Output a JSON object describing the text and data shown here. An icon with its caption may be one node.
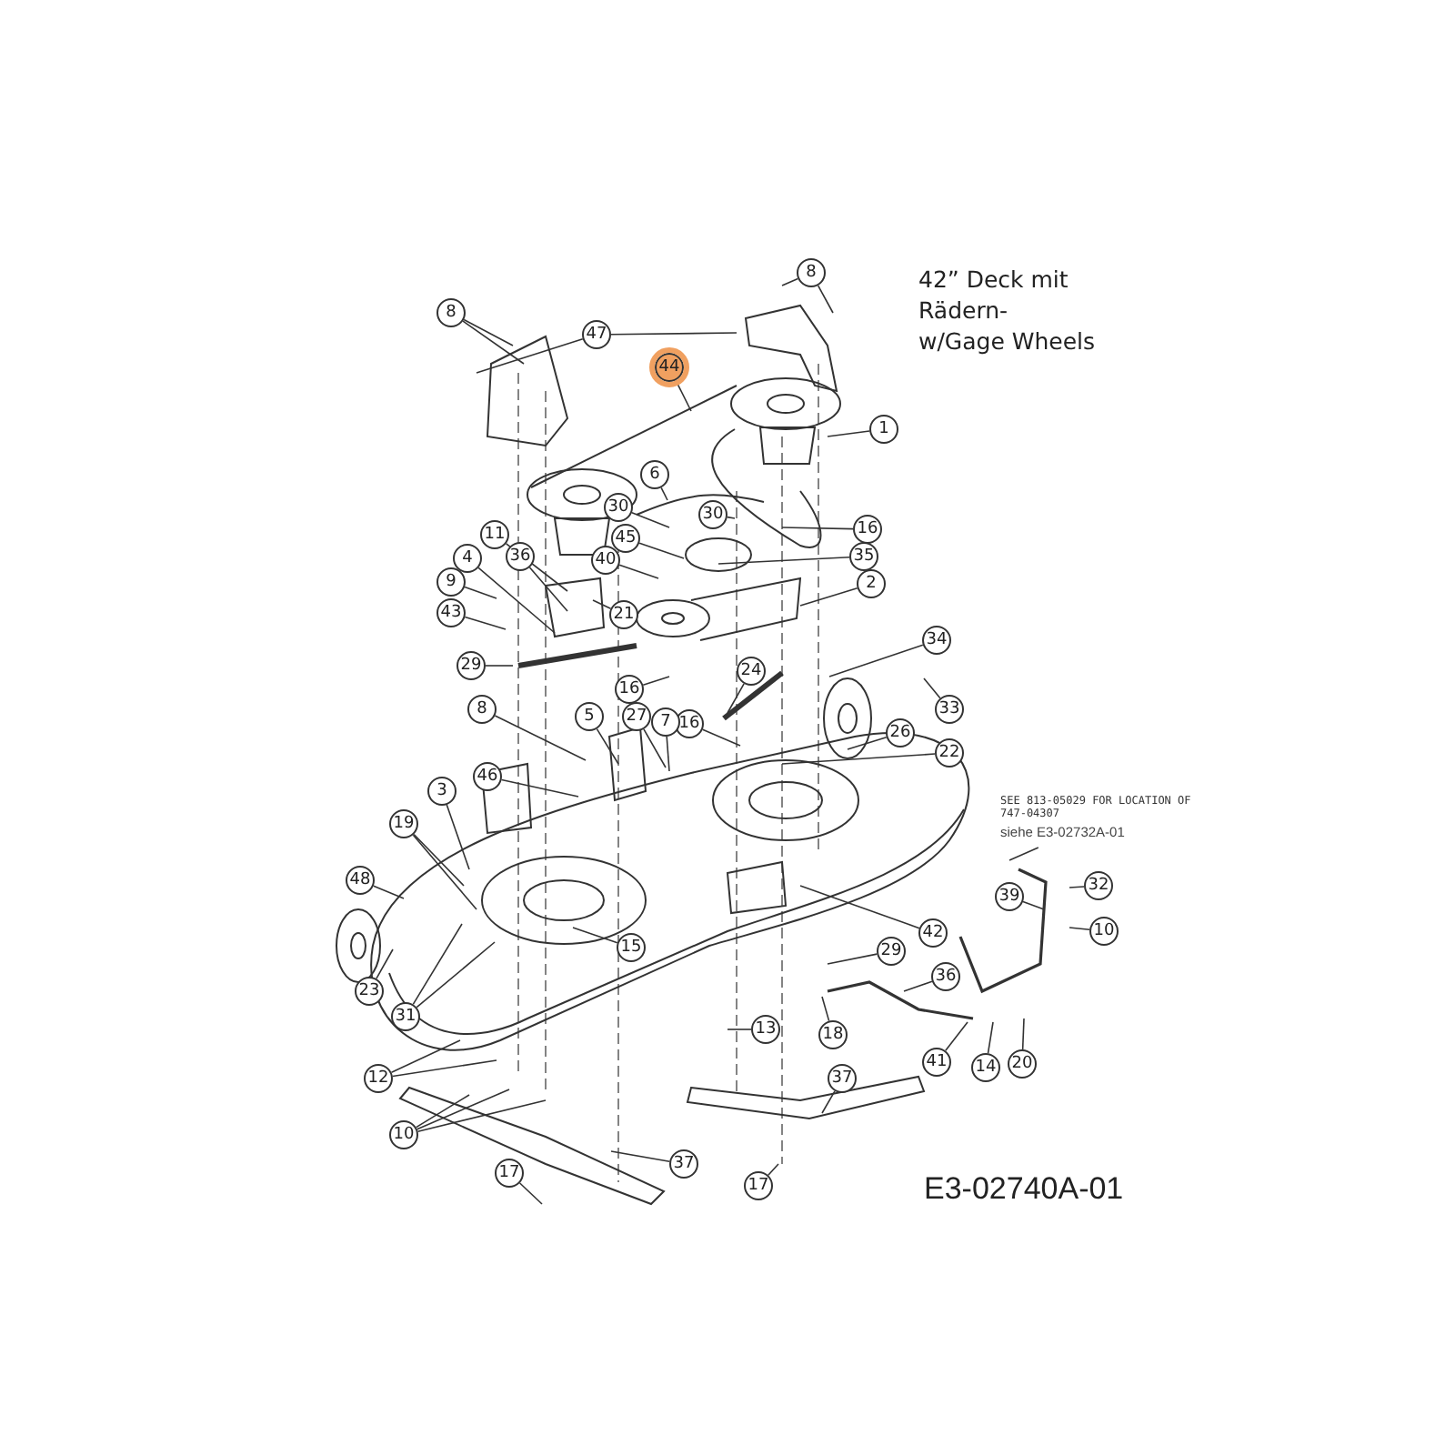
{
  "diagram": {
    "title": "42” Deck mit Rädern- w/Gage Wheels",
    "nodes": [
      {
        "text": [
          "8"
        ]
      },
      {
        "text": [
          "47"
        ]
      },
      {
        "text": [
          "8"
        ]
      },
      {
        "text": [
          "44"
        ]
      },
      {
        "text": [
          "1"
        ]
      },
      {
        "text": [
          "6"
        ]
      },
      {
        "text": [
          "30"
        ]
      },
      {
        "text": [
          "30"
        ]
      },
      {
        "text": [
          "45"
        ]
      },
      {
        "text": [
          "16"
        ]
      },
      {
        "text": [
          "35"
        ]
      },
      {
        "text": [
          "2"
        ]
      },
      {
        "text": [
          "11"
        ]
      },
      {
        "text": [
          "4"
        ]
      },
      {
        "text": [
          "36"
        ]
      },
      {
        "text": [
          "40"
        ]
      },
      {
        "text": [
          "9"
        ]
      },
      {
        "text": [
          "43"
        ]
      },
      {
        "text": [
          "21"
        ]
      },
      {
        "text": [
          "29"
        ]
      },
      {
        "text": [
          "16"
        ]
      },
      {
        "text": [
          "24"
        ]
      },
      {
        "text": [
          "16"
        ]
      },
      {
        "text": [
          "8"
        ]
      },
      {
        "text": [
          "5"
        ]
      },
      {
        "text": [
          "27"
        ]
      },
      {
        "text": [
          "7"
        ]
      },
      {
        "text": [
          "34"
        ]
      },
      {
        "text": [
          "33"
        ]
      },
      {
        "text": [
          "26"
        ]
      },
      {
        "text": [
          "22"
        ]
      },
      {
        "text": [
          "46"
        ]
      },
      {
        "text": [
          "3"
        ]
      },
      {
        "text": [
          "19"
        ]
      },
      {
        "text": [
          "48"
        ]
      },
      {
        "text": [
          "15"
        ]
      },
      {
        "text": [
          "42"
        ]
      },
      {
        "text": [
          "23"
        ]
      },
      {
        "text": [
          "31"
        ]
      },
      {
        "text": [
          "29"
        ]
      },
      {
        "text": [
          "39"
        ]
      },
      {
        "text": [
          "32"
        ]
      },
      {
        "text": [
          "10"
        ]
      },
      {
        "text": [
          "36"
        ]
      },
      {
        "text": [
          "12"
        ]
      },
      {
        "text": [
          "13"
        ]
      },
      {
        "text": [
          "18"
        ]
      },
      {
        "text": [
          "41"
        ]
      },
      {
        "text": [
          "14"
        ]
      },
      {
        "text": [
          "20"
        ]
      },
      {
        "text": [
          "37"
        ]
      },
      {
        "text": [
          "10"
        ]
      },
      {
        "text": [
          "37"
        ]
      },
      {
        "text": [
          "17"
        ]
      },
      {
        "text": [
          "17"
        ]
      },
      {
        "text": [
          "SEE 813-05029 FOR LOCATION OF 747-04307",
          "siehe E3-02732A-01"
        ]
      }
    ],
    "edges": [
      {
        "from": 0,
        "to": null,
        "arrow": "none"
      },
      {
        "from": 0,
        "to": null,
        "arrow": "none"
      },
      {
        "from": 1,
        "to": null,
        "arrow": "none"
      },
      {
        "from": 1,
        "to": null,
        "arrow": "none"
      },
      {
        "from": 2,
        "to": null,
        "arrow": "none"
      },
      {
        "from": 2,
        "to": null,
        "arrow": "none"
      },
      {
        "from": 3,
        "to": null,
        "arrow": "none"
      },
      {
        "from": 4,
        "to": null,
        "arrow": "none"
      },
      {
        "from": 5,
        "to": null,
        "arrow": "none"
      },
      {
        "from": 6,
        "to": null,
        "arrow": "none"
      },
      {
        "from": 7,
        "to": null,
        "arrow": "none"
      },
      {
        "from": 8,
        "to": null,
        "arrow": "none"
      },
      {
        "from": 9,
        "to": null,
        "arrow": "none"
      },
      {
        "from": 10,
        "to": null,
        "arrow": "none"
      },
      {
        "from": 11,
        "to": null,
        "arrow": "none"
      },
      {
        "from": 12,
        "to": null,
        "arrow": "none"
      },
      {
        "from": 13,
        "to": null,
        "arrow": "none"
      },
      {
        "from": 14,
        "to": null,
        "arrow": "none"
      },
      {
        "from": 15,
        "to": null,
        "arrow": "none"
      },
      {
        "from": 16,
        "to": null,
        "arrow": "none"
      },
      {
        "from": 17,
        "to": null,
        "arrow": "none"
      },
      {
        "from": 18,
        "to": null,
        "arrow": "none"
      },
      {
        "from": 19,
        "to": null,
        "arrow": "none"
      },
      {
        "from": 20,
        "to": null,
        "arrow": "none"
      },
      {
        "from": 21,
        "to": null,
        "arrow": "none"
      },
      {
        "from": 22,
        "to": null,
        "arrow": "none"
      },
      {
        "from": 23,
        "to": null,
        "arrow": "none"
      },
      {
        "from": 24,
        "to": null,
        "arrow": "none"
      },
      {
        "from": 25,
        "to": null,
        "arrow": "none"
      },
      {
        "from": 26,
        "to": null,
        "arrow": "none"
      },
      {
        "from": 27,
        "to": null,
        "arrow": "none"
      },
      {
        "from": 28,
        "to": null,
        "arrow": "none"
      },
      {
        "from": 29,
        "to": null,
        "arrow": "none"
      },
      {
        "from": 30,
        "to": null,
        "arrow": "none"
      },
      {
        "from": 31,
        "to": null,
        "arrow": "none"
      },
      {
        "from": 32,
        "to": null,
        "arrow": "none"
      },
      {
        "from": 33,
        "to": null,
        "arrow": "none"
      },
      {
        "from": 33,
        "to": null,
        "arrow": "none"
      },
      {
        "from": 34,
        "to": null,
        "arrow": "none"
      },
      {
        "from": 35,
        "to": null,
        "arrow": "none"
      },
      {
        "from": 36,
        "to": null,
        "arrow": "none"
      },
      {
        "from": 37,
        "to": null,
        "arrow": "none"
      },
      {
        "from": 38,
        "to": null,
        "arrow": "none"
      },
      {
        "from": 38,
        "to": null,
        "arrow": "none"
      },
      {
        "from": 39,
        "to": null,
        "arrow": "none"
      },
      {
        "from": 40,
        "to": null,
        "arrow": "none"
      },
      {
        "from": 41,
        "to": null,
        "arrow": "none"
      },
      {
        "from": 42,
        "to": null,
        "arrow": "none"
      },
      {
        "from": 43,
        "to": null,
        "arrow": "none"
      },
      {
        "from": 44,
        "to": null,
        "arrow": "none"
      },
      {
        "from": 44,
        "to": null,
        "arrow": "none"
      },
      {
        "from": 45,
        "to": null,
        "arrow": "none"
      },
      {
        "from": 46,
        "to": null,
        "arrow": "none"
      },
      {
        "from": 47,
        "to": null,
        "arrow": "none"
      },
      {
        "from": 48,
        "to": null,
        "arrow": "none"
      },
      {
        "from": 49,
        "to": null,
        "arrow": "none"
      },
      {
        "from": 50,
        "to": null,
        "arrow": "none"
      },
      {
        "from": 51,
        "to": null,
        "arrow": "none"
      },
      {
        "from": 51,
        "to": null,
        "arrow": "none"
      },
      {
        "from": 51,
        "to": null,
        "arrow": "none"
      },
      {
        "from": 52,
        "to": null,
        "arrow": "none"
      },
      {
        "from": 53,
        "to": null,
        "arrow": "none"
      },
      {
        "from": 54,
        "to": null,
        "arrow": "none"
      },
      {
        "from": 55,
        "to": null,
        "arrow": "none"
      }
    ],
    "labels": [
      "E3-02740A-01"
    ]
  }
}
